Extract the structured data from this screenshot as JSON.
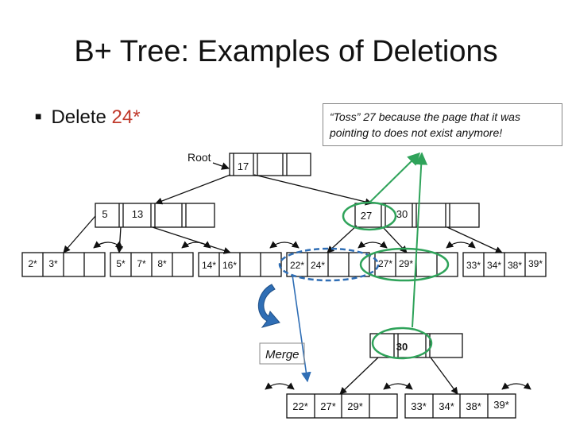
{
  "slide": {
    "title": "B+ Tree: Examples of Deletions",
    "bullet_prefix": "Delete ",
    "bullet_key": "24*",
    "note": "“Toss” 27 because the page that it was pointing to does not exist anymore!",
    "root_label": "Root",
    "merge_label": "Merge"
  },
  "tree": {
    "root": [
      "17"
    ],
    "left_index": [
      "5",
      "13"
    ],
    "right_index": [
      "27",
      "30"
    ],
    "leaves": [
      [
        "2*",
        "3*"
      ],
      [
        "5*",
        "7*",
        "8*"
      ],
      [
        "14*",
        "16*"
      ],
      [
        "22*",
        "24*"
      ],
      [
        "27*",
        "29*"
      ],
      [
        "33*",
        "34*",
        "38*",
        "39*"
      ]
    ],
    "after_index": [
      "30"
    ],
    "after_leaves": [
      [
        "22*",
        "27*",
        "29*"
      ],
      [
        "33*",
        "34*",
        "38*",
        "39*"
      ]
    ]
  },
  "colors": {
    "highlight_green": "#2fa35a",
    "highlight_blue": "#2f6eb5",
    "merge_arrow": "#2f6eb5",
    "accent_red": "#c0392b"
  }
}
